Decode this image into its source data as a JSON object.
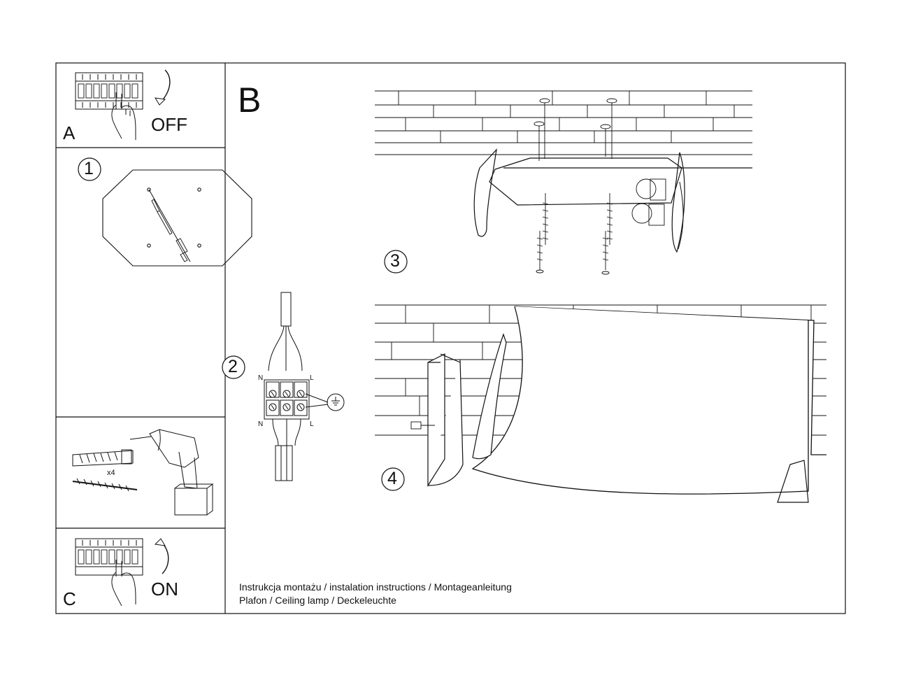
{
  "panels": {
    "a": {
      "letter": "A",
      "action": "OFF"
    },
    "b": {
      "letter": "B"
    },
    "c": {
      "letter": "C",
      "action": "ON"
    }
  },
  "steps": {
    "one": "1",
    "two": "2",
    "three": "3",
    "four": "4"
  },
  "wiring": {
    "neutral_top": "N",
    "live_top": "L",
    "neutral_bottom": "N",
    "live_bottom": "L"
  },
  "tools": {
    "quantity": "x4"
  },
  "footer": {
    "line1": "Instrukcja montażu / instalation instructions / Montageanleitung",
    "line2": "Plafon / Ceiling lamp / Deckeleuchte"
  }
}
